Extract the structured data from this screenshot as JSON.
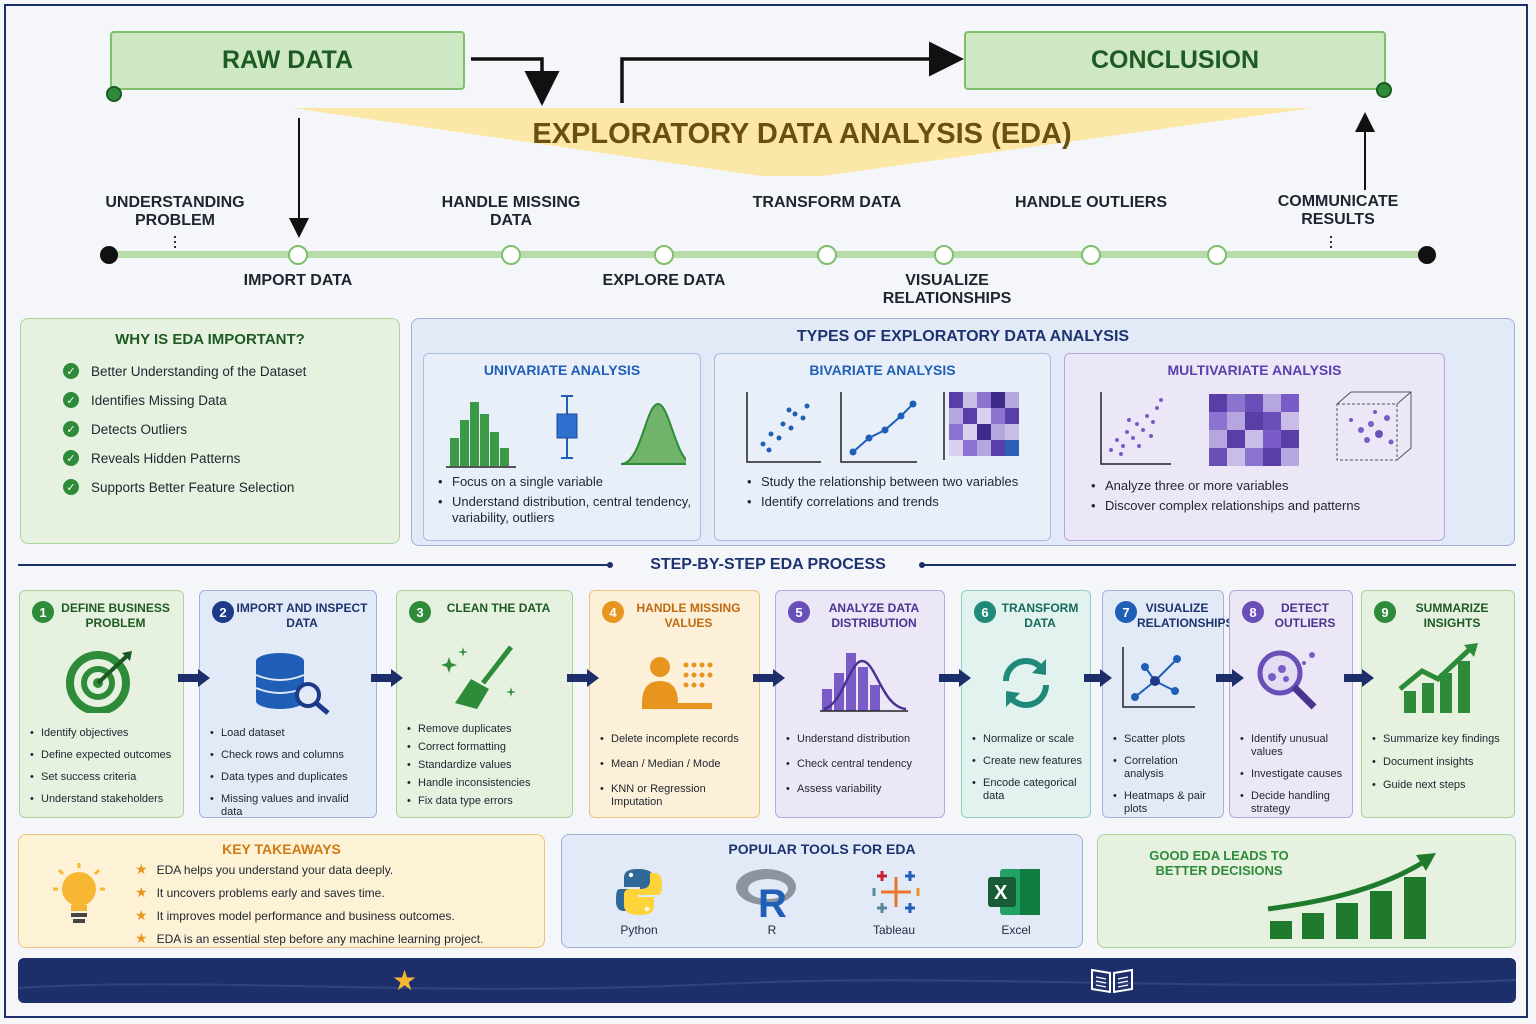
{
  "header": {
    "raw_data": "RAW DATA",
    "conclusion": "CONCLUSION",
    "eda_title": "EXPLORATORY DATA ANALYSIS (EDA)"
  },
  "timeline": {
    "top": [
      "UNDERSTANDING PROBLEM",
      "HANDLE MISSING DATA",
      "TRANSFORM DATA",
      "HANDLE OUTLIERS",
      "COMMUNICATE RESULTS"
    ],
    "bottom": [
      "IMPORT DATA",
      "EXPLORE DATA",
      "VISUALIZE RELATIONSHIPS"
    ]
  },
  "why": {
    "title": "WHY IS EDA IMPORTANT?",
    "items": [
      "Better Understanding of the Dataset",
      "Identifies Missing Data",
      "Detects Outliers",
      "Reveals Hidden Patterns",
      "Supports Better Feature Selection"
    ]
  },
  "types": {
    "title": "TYPES OF EXPLORATORY DATA ANALYSIS",
    "univariate": {
      "title": "UNIVARIATE ANALYSIS",
      "bullets": [
        "Focus on a single variable",
        "Understand distribution, central tendency, variability, outliers"
      ]
    },
    "bivariate": {
      "title": "BIVARIATE ANALYSIS",
      "bullets": [
        "Study the relationship between two variables",
        "Identify correlations and trends"
      ]
    },
    "multivariate": {
      "title": "MULTIVARIATE ANALYSIS",
      "bullets": [
        "Analyze three or more variables",
        "Discover complex relationships and patterns"
      ]
    }
  },
  "process": {
    "title": "STEP-BY-STEP EDA PROCESS",
    "steps": [
      {
        "num": "1",
        "title": "DEFINE BUSINESS PROBLEM",
        "items": [
          "Identify objectives",
          "Define expected outcomes",
          "Set success criteria",
          "Understand stakeholders"
        ]
      },
      {
        "num": "2",
        "title": "IMPORT AND INSPECT DATA",
        "items": [
          "Load dataset",
          "Check rows and columns",
          "Data types and duplicates",
          "Missing values and invalid data"
        ]
      },
      {
        "num": "3",
        "title": "CLEAN THE DATA",
        "items": [
          "Remove duplicates",
          "Correct formatting",
          "Standardize values",
          "Handle inconsistencies",
          "Fix data type errors"
        ]
      },
      {
        "num": "4",
        "title": "HANDLE MISSING VALUES",
        "items": [
          "Delete incomplete records",
          "Mean / Median / Mode",
          "KNN or Regression Imputation"
        ]
      },
      {
        "num": "5",
        "title": "ANALYZE DATA DISTRIBUTION",
        "items": [
          "Understand distribution",
          "Check central tendency",
          "Assess variability"
        ]
      },
      {
        "num": "6",
        "title": "TRANSFORM DATA",
        "items": [
          "Normalize or scale",
          "Create new features",
          "Encode categorical data"
        ]
      },
      {
        "num": "7",
        "title": "VISUALIZE RELATIONSHIPS",
        "items": [
          "Scatter plots",
          "Correlation analysis",
          "Heatmaps & pair plots"
        ]
      },
      {
        "num": "8",
        "title": "DETECT OUTLIERS",
        "items": [
          "Identify unusual values",
          "Investigate causes",
          "Decide handling strategy"
        ]
      },
      {
        "num": "9",
        "title": "SUMMARIZE INSIGHTS",
        "items": [
          "Summarize key findings",
          "Document insights",
          "Guide next steps"
        ]
      }
    ]
  },
  "takeaways": {
    "title": "KEY TAKEAWAYS",
    "items": [
      "EDA helps you understand your data deeply.",
      "It uncovers problems early and saves time.",
      "It improves model performance and business outcomes.",
      "EDA is an essential step before any machine learning project."
    ]
  },
  "tools": {
    "title": "POPULAR TOOLS FOR EDA",
    "items": [
      "Python",
      "R",
      "Tableau",
      "Excel"
    ]
  },
  "decisions": {
    "title": "GOOD EDA LEADS TO BETTER DECISIONS"
  },
  "colors": {
    "navy": "#1d2f6b",
    "green": "#2e8b3a",
    "purple": "#6a4fb8",
    "orange": "#e8951f",
    "blue": "#1f5fb8",
    "teal": "#1f8a7a"
  }
}
